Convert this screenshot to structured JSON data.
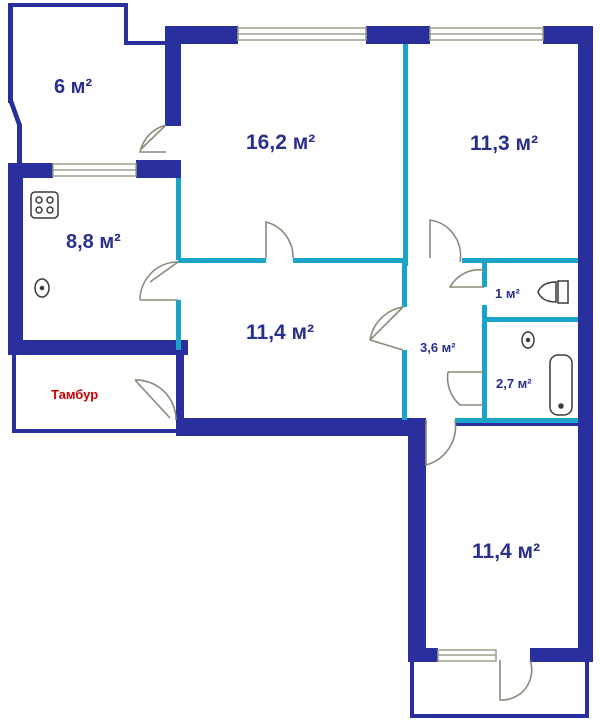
{
  "rooms": {
    "balcony_top": "6 м²",
    "kitchen": "8,8 м²",
    "room_top_middle": "16,2 м²",
    "room_top_right": "11,3 м²",
    "living_room": "11,4 м²",
    "hall": "3,6 м²",
    "toilet": "1 м²",
    "bathroom": "2,7 м²",
    "room_bottom_right": "11,4 м²",
    "vestibule": "Тамбур"
  },
  "colors": {
    "outer_wall": "#2a2f9e",
    "inner_wall": "#1aa5c8",
    "door": "#8a8a7a",
    "window": "#9aa08a",
    "room_label": "#2a2f8f",
    "vestibule_label": "#d10000"
  },
  "icons": [
    "stove-icon",
    "sink-icon",
    "toilet-icon",
    "bathtub-icon"
  ]
}
